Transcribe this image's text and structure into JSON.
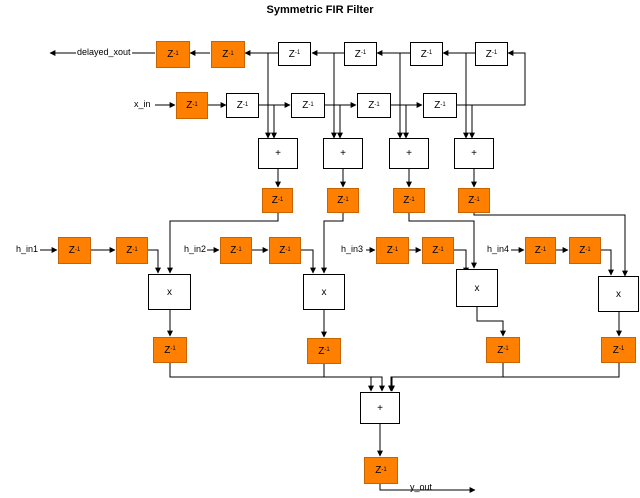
{
  "title": "Symmetric FIR Filter",
  "symbols": {
    "delay_base": "Z",
    "delay_exp": "-1",
    "adder": "+",
    "multiplier": "x"
  },
  "signals": {
    "delayed_xout": "delayed_xout",
    "x_in": "x_in",
    "h_in1": "h_in1",
    "h_in2": "h_in2",
    "h_in3": "h_in3",
    "h_in4": "h_in4",
    "y_out": "y_out"
  },
  "colors": {
    "register": "#ff8000",
    "register_border": "#c86400",
    "line": "#000000"
  }
}
